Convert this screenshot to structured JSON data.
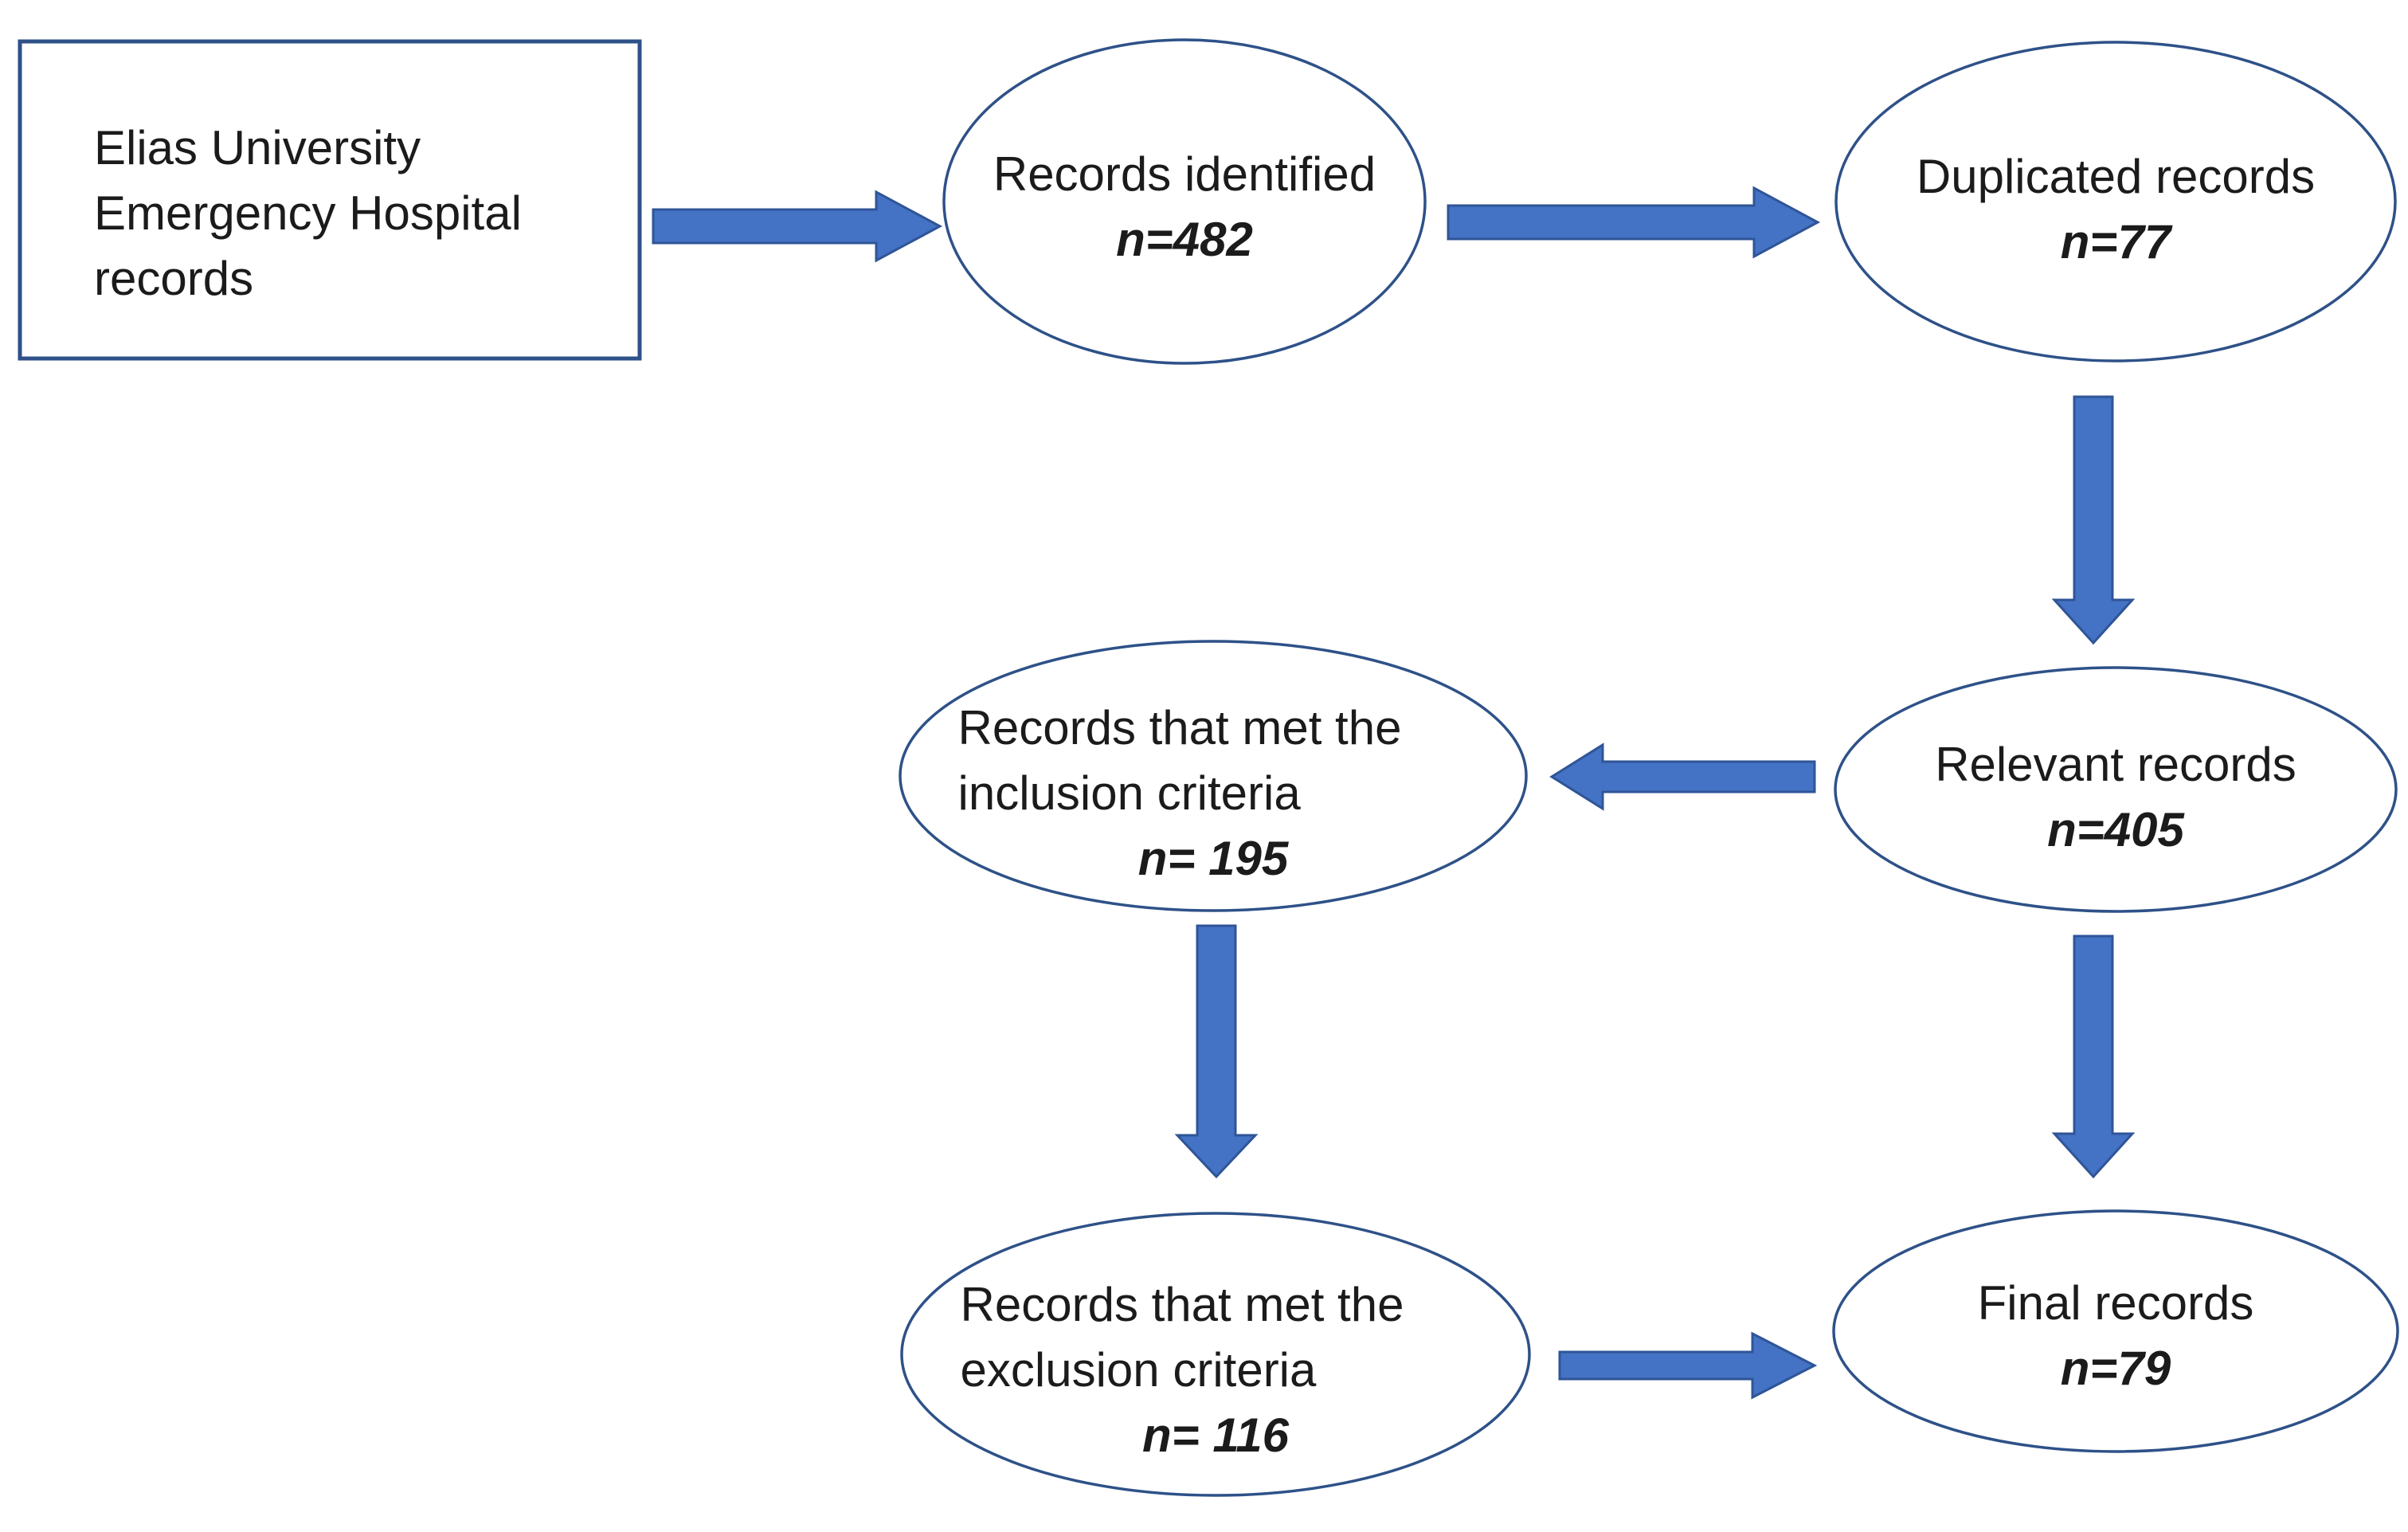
{
  "diagram": {
    "title_hint": "records selection flow",
    "colors": {
      "arrow_fill": "#4472C4",
      "arrow_stroke": "#2F5597",
      "shape_stroke": "#2E5188",
      "text": "#1B1B1B",
      "background": "#FFFFFF"
    },
    "nodes": {
      "source_box": {
        "line1": "Elias University",
        "line2": "Emergency Hospital",
        "line3": "records"
      },
      "identified": {
        "label": "Records identified",
        "count": "n=482"
      },
      "duplicated": {
        "label": "Duplicated records",
        "count": "n=77"
      },
      "relevant": {
        "label": "Relevant records",
        "count": "n=405"
      },
      "inclusion": {
        "line1": "Records that met the",
        "line2": "inclusion criteria",
        "count": "n= 195"
      },
      "exclusion": {
        "line1": "Records that met the",
        "line2": "exclusion criteria",
        "count": "n= 116"
      },
      "final": {
        "label": "Final records",
        "count": "n=79"
      }
    },
    "edges": [
      "source-box to records-identified",
      "records-identified to duplicated-records",
      "duplicated-records to relevant-records",
      "relevant-records to inclusion-criteria",
      "inclusion-criteria to exclusion-criteria",
      "relevant-records to final-records",
      "exclusion-criteria to final-records"
    ]
  }
}
